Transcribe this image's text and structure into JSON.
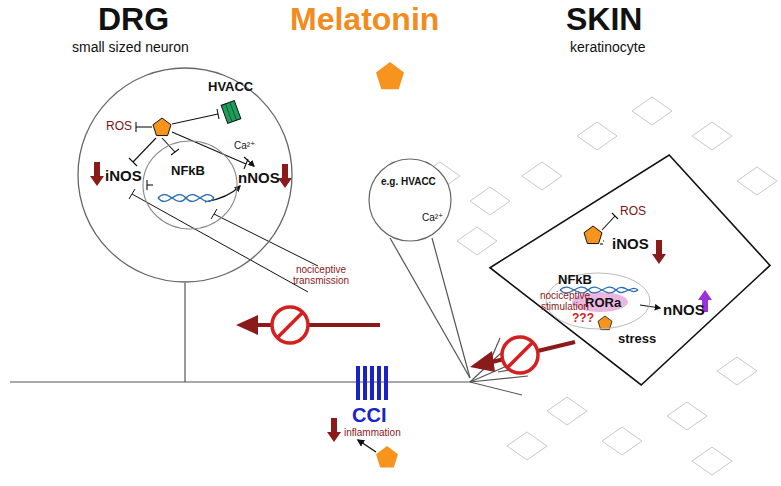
{
  "diagram": {
    "title": "Melatonin",
    "nodes": [
      {
        "text": [
          "ROS",
          "HVACC",
          "Ca²⁺",
          "iNOS",
          "nNOS"
        ]
      },
      {
        "text": [
          "NFkB"
        ],
        "in": 0
      },
      {
        "text": [
          "e.g. HVACC",
          "Ca²⁺"
        ]
      },
      {
        "text": [
          "ROS",
          "iNOS",
          "nNOS",
          "stress"
        ]
      },
      {
        "text": [
          "NFkB",
          "RORa",
          "???"
        ],
        "in": 3
      }
    ],
    "labels": [
      "DRG",
      "small sized neuron",
      "SKIN",
      "keratinocyte",
      "nociceptive transmission",
      "CCI",
      "inflammation",
      "nociceptive stimulation"
    ]
  }
}
